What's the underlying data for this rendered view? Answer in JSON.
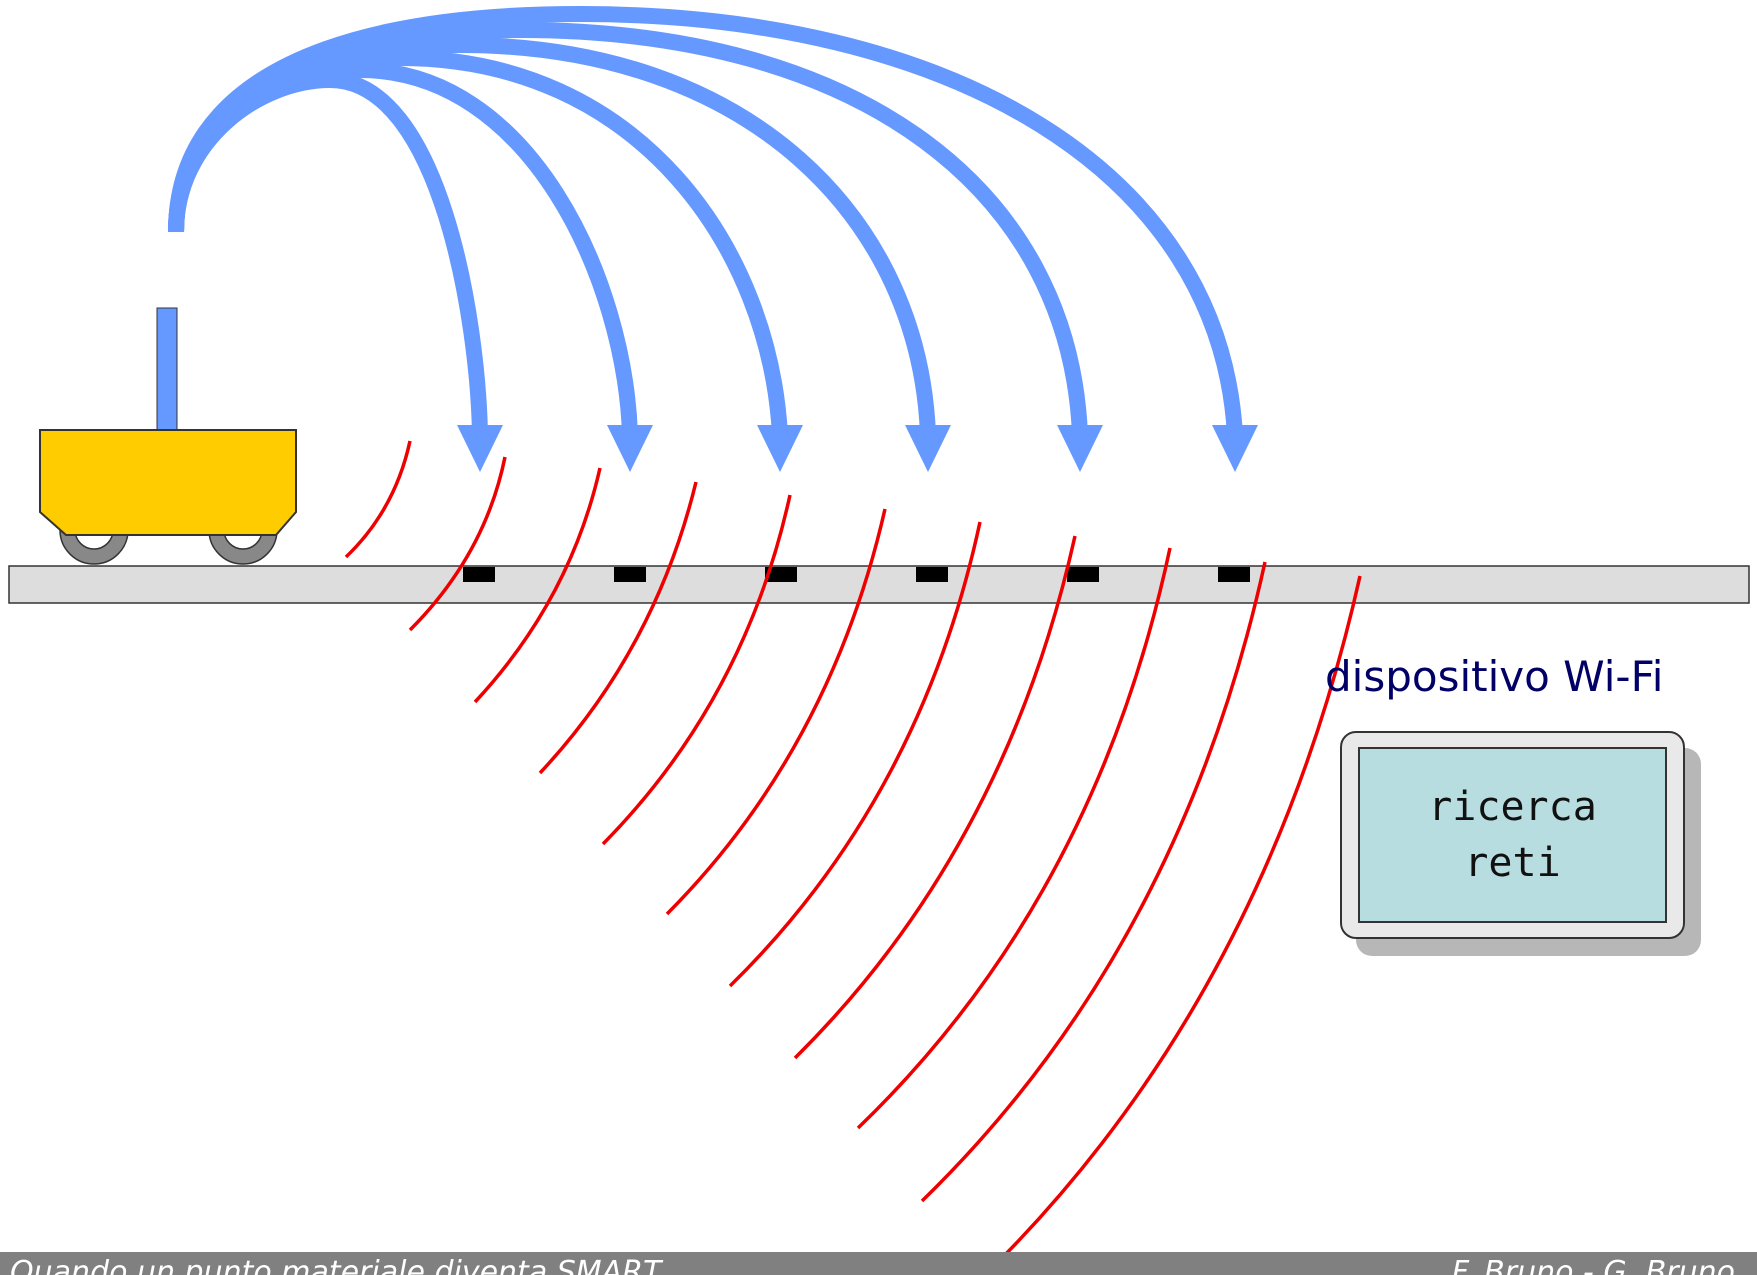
{
  "device": {
    "label": "dispositivo Wi-Fi",
    "screen_line1": "ricerca",
    "screen_line2": "reti"
  },
  "footer": {
    "left_text": "Quando un punto materiale diventa SMART",
    "right_text": "F. Bruno - G. Bruno"
  },
  "colors": {
    "arrow": "#6699ff",
    "wave": "#ee0000",
    "cart_body": "#ffcc00",
    "rail": "#dddddd",
    "screen": "#b7dde0",
    "footer_bg": "#808080"
  },
  "icons": [
    "cart-icon",
    "antenna-icon",
    "signal-arrow-icon",
    "wave-arc-icon",
    "tag-marker-icon",
    "tablet-icon"
  ]
}
